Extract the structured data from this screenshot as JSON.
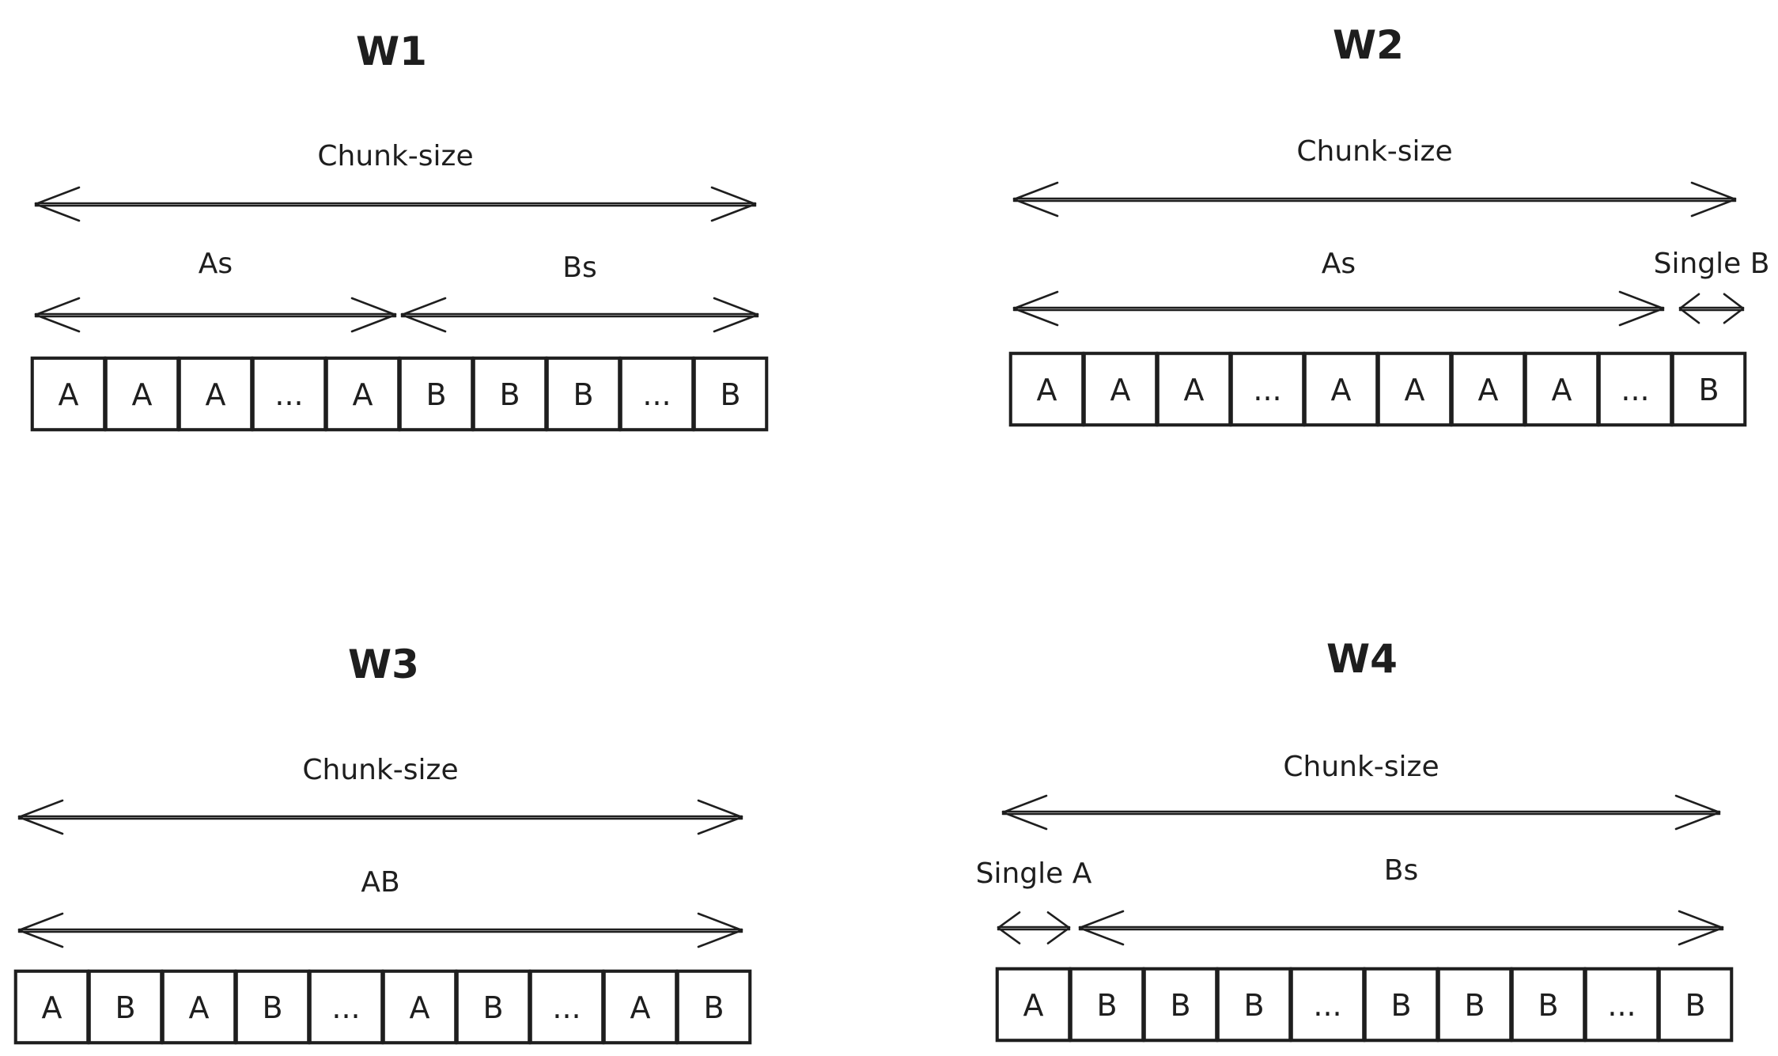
{
  "panels": [
    {
      "id": "w1",
      "title": "W1",
      "chunk_label": "Chunk-size",
      "segments": [
        {
          "label": "As"
        },
        {
          "label": "Bs"
        }
      ],
      "cells": [
        "A",
        "A",
        "A",
        "...",
        "A",
        "B",
        "B",
        "B",
        "...",
        "B"
      ]
    },
    {
      "id": "w2",
      "title": "W2",
      "chunk_label": "Chunk-size",
      "segments": [
        {
          "label": "As"
        },
        {
          "label": "Single B"
        }
      ],
      "cells": [
        "A",
        "A",
        "A",
        "...",
        "A",
        "A",
        "A",
        "A",
        "...",
        "B"
      ]
    },
    {
      "id": "w3",
      "title": "W3",
      "chunk_label": "Chunk-size",
      "segments": [
        {
          "label": "AB"
        }
      ],
      "cells": [
        "A",
        "B",
        "A",
        "B",
        "...",
        "A",
        "B",
        "...",
        "A",
        "B"
      ]
    },
    {
      "id": "w4",
      "title": "W4",
      "chunk_label": "Chunk-size",
      "segments": [
        {
          "label": "Single A"
        },
        {
          "label": "Bs"
        }
      ],
      "cells": [
        "A",
        "B",
        "B",
        "B",
        "...",
        "B",
        "B",
        "B",
        "...",
        "B"
      ]
    }
  ]
}
